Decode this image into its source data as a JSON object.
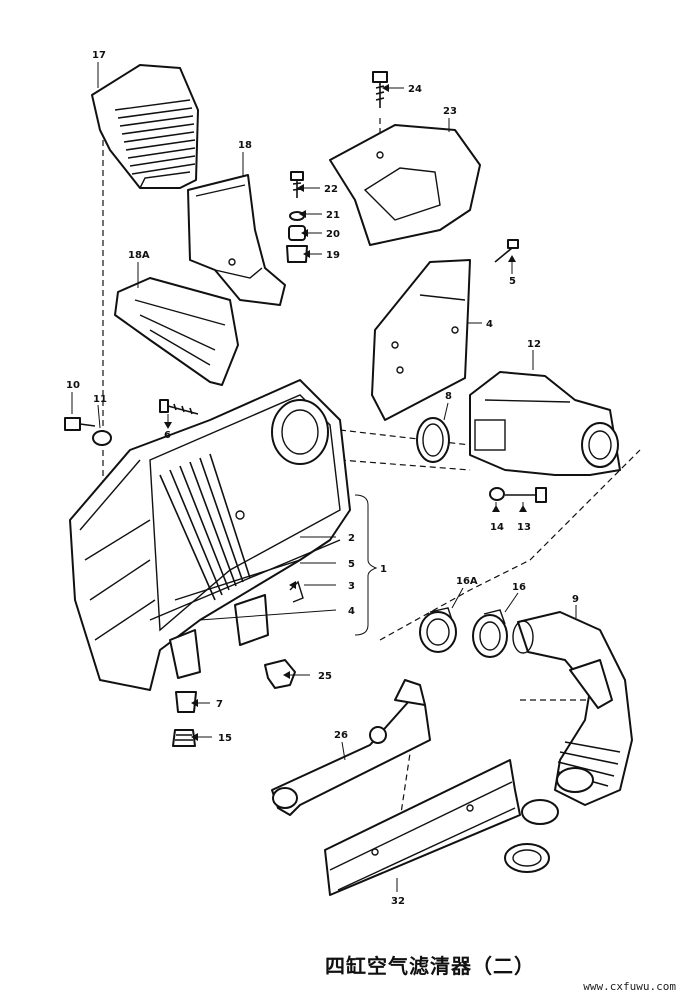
{
  "diagram": {
    "title": "四缸空气滤清器（二）",
    "watermark": "www.cxfuwu.com",
    "callouts": {
      "p17": "17",
      "p18": "18",
      "p18a": "18A",
      "p24": "24",
      "p23": "23",
      "p22": "22",
      "p21": "21",
      "p20": "20",
      "p19": "19",
      "p5a": "5",
      "p4a": "4",
      "p12": "12",
      "p8": "8",
      "p10": "10",
      "p11": "11",
      "p6": "6",
      "p14": "14",
      "p13": "13",
      "p2": "2",
      "p5b": "5",
      "p1": "1",
      "p3": "3",
      "p4b": "4",
      "p16a": "16A",
      "p16": "16",
      "p9": "9",
      "p25": "25",
      "p7": "7",
      "p15": "15",
      "p26": "26",
      "p32": "32"
    }
  }
}
